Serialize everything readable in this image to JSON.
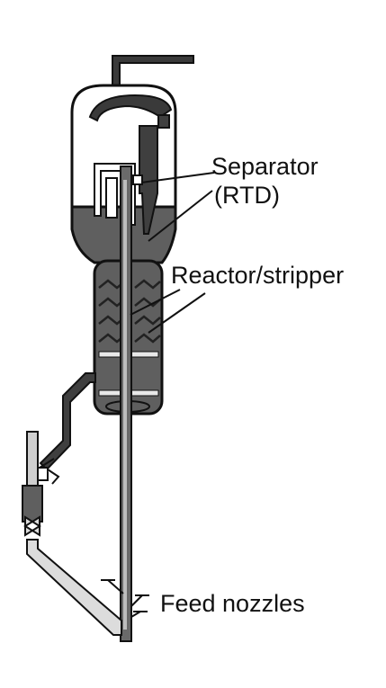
{
  "labels": {
    "separator": "Separator",
    "rtd": "(RTD)",
    "reactor_stripper": "Reactor/stripper",
    "feed_nozzles": "Feed nozzles"
  },
  "colors": {
    "body_fill": "#5f5f5f",
    "outline": "#111111",
    "background": "#ffffff",
    "light_fill": "#f2f2f2"
  }
}
